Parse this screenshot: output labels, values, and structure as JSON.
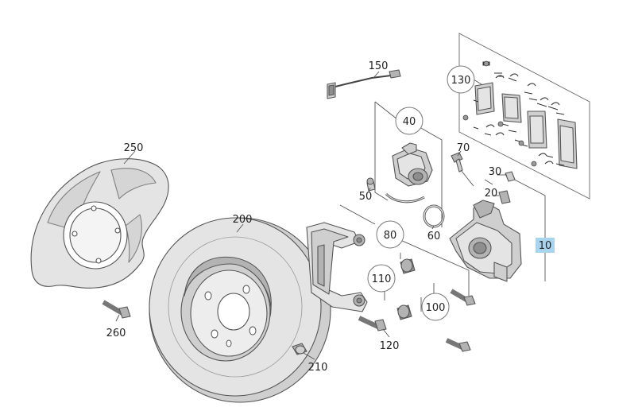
{
  "diagram": {
    "callouts": [
      {
        "id": "150",
        "label": "150",
        "circled": false,
        "highlighted": false
      },
      {
        "id": "130",
        "label": "130",
        "circled": true,
        "highlighted": false
      },
      {
        "id": "40",
        "label": "40",
        "circled": true,
        "highlighted": false
      },
      {
        "id": "250",
        "label": "250",
        "circled": false,
        "highlighted": false
      },
      {
        "id": "70",
        "label": "70",
        "circled": false,
        "highlighted": false
      },
      {
        "id": "30",
        "label": "30",
        "circled": false,
        "highlighted": false
      },
      {
        "id": "20",
        "label": "20",
        "circled": false,
        "highlighted": false
      },
      {
        "id": "50",
        "label": "50",
        "circled": false,
        "highlighted": false
      },
      {
        "id": "200",
        "label": "200",
        "circled": false,
        "highlighted": false
      },
      {
        "id": "60",
        "label": "60",
        "circled": false,
        "highlighted": false
      },
      {
        "id": "80",
        "label": "80",
        "circled": true,
        "highlighted": false
      },
      {
        "id": "10",
        "label": "10",
        "circled": false,
        "highlighted": true
      },
      {
        "id": "110",
        "label": "110",
        "circled": true,
        "highlighted": false
      },
      {
        "id": "100",
        "label": "100",
        "circled": true,
        "highlighted": false
      },
      {
        "id": "260",
        "label": "260",
        "circled": false,
        "highlighted": false
      },
      {
        "id": "120",
        "label": "120",
        "circled": false,
        "highlighted": false
      },
      {
        "id": "210",
        "label": "210",
        "circled": false,
        "highlighted": false
      }
    ],
    "colors": {
      "highlight": "#a9d4ee",
      "part_light": "#e4e4e4",
      "part_mid": "#cfcfcf",
      "part_dark": "#8e8e8e",
      "outline": "#555555"
    }
  }
}
